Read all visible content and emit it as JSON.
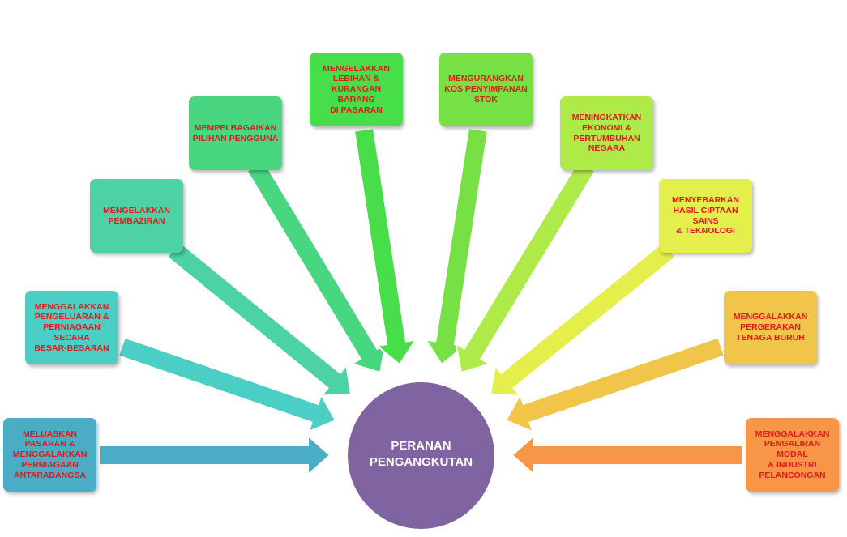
{
  "center": {
    "line1": "PERANAN",
    "line2": "PENGANGKUTAN",
    "color": "#8064a2"
  },
  "roles": [
    {
      "lines": [
        "MELUASKAN",
        "PASARAN &",
        "MENGGALAKKAN",
        "PERNIAGAAN",
        "ANTARABANGSA"
      ],
      "color": "#4bacc6"
    },
    {
      "lines": [
        "MENGGALAKKAN",
        "PENGELUARAN &",
        "PERNIAGAAN SECARA",
        "BESAR-BESARAN"
      ],
      "color": "#4bcec4"
    },
    {
      "lines": [
        "MENGELAKKAN",
        "PEMBAZIRAN"
      ],
      "color": "#4cd2a4"
    },
    {
      "lines": [
        "MEMPELBAGAIKAN",
        "PILIHAN PENGGUNA"
      ],
      "color": "#49d680"
    },
    {
      "lines": [
        "MENGELAKKAN",
        "LEBIHAN &",
        "KURANGAN BARANG",
        "DI PASARAN"
      ],
      "color": "#48de4a"
    },
    {
      "lines": [
        "MENGURANGKAN",
        "KOS PENYIMPANAN",
        "STOK"
      ],
      "color": "#76e044"
    },
    {
      "lines": [
        "MENINGKATKAN",
        "EKONOMI &",
        "PERTUMBUHAN",
        "NEGARA"
      ],
      "color": "#aeea48"
    },
    {
      "lines": [
        "MENYEBARKAN",
        "HASIL CIPTAAN SAINS",
        "& TEKNOLOGI"
      ],
      "color": "#e4ef4c"
    },
    {
      "lines": [
        "MENGGALAKKAN",
        "PERGERAKAN",
        "TENAGA BURUH"
      ],
      "color": "#f1c54a"
    },
    {
      "lines": [
        "MENGGALAKKAN",
        "PENGALIRAN MODAL",
        "& INDUSTRI",
        "PELANCONGAN"
      ],
      "color": "#f79646"
    }
  ]
}
